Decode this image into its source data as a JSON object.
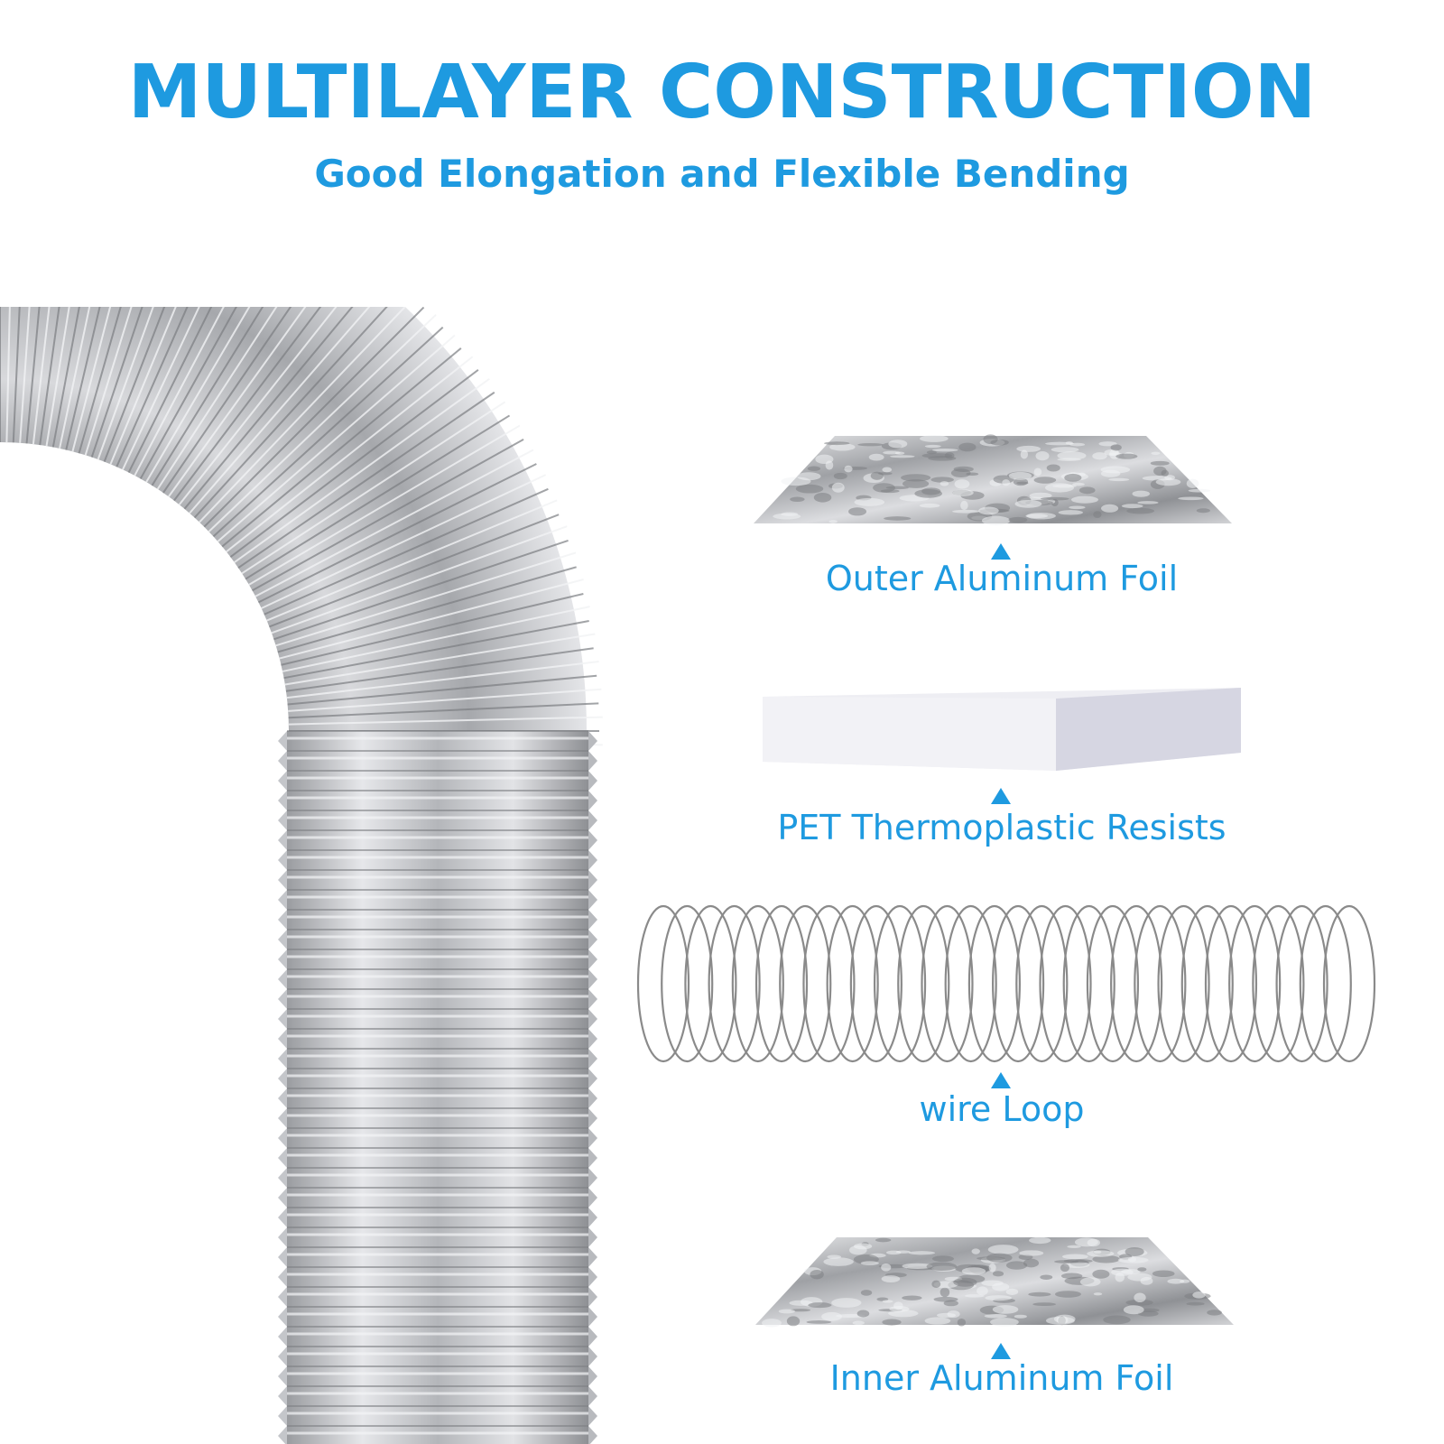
{
  "header": {
    "title": "MULTILAYER CONSTRUCTION",
    "subtitle": "Good Elongation and Flexible Bending"
  },
  "layers": [
    {
      "label": "Outer Aluminum Foil"
    },
    {
      "label": "PET Thermoplastic Resists"
    },
    {
      "label": "wire Loop"
    },
    {
      "label": "Inner Aluminum Foil"
    }
  ],
  "colors": {
    "accent": "#1e9ae0",
    "foil": "#c9cbcf",
    "pet_top": "#f3f3f6",
    "pet_side": "#d9d9e4",
    "wire": "#8a8a8a"
  }
}
